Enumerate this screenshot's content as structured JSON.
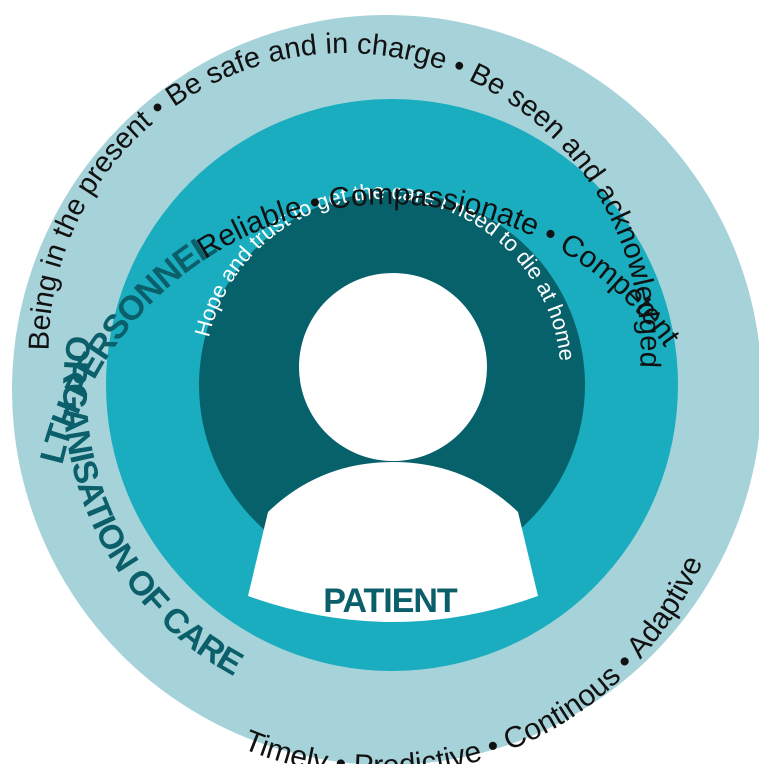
{
  "colors": {
    "outer_ring": "#a6d2d9",
    "middle_ring": "#19adbf",
    "inner_ring": "#07616b",
    "person": "#ffffff",
    "heading": "#0a5f6a"
  },
  "patient": {
    "label": "PATIENT",
    "icon": "person-silhouette-icon"
  },
  "inner_ring": {
    "text": "Hope and trust to get the care I need to die at home"
  },
  "middle_ring": {
    "text": "Being in the present • Be safe and in charge • Be seen and acknowledged"
  },
  "outer_ring": {
    "health_personnel": {
      "heading": "HEALTH PERSONNEL",
      "qualities": "Reliable • Compassionate • Competent"
    },
    "organisation_of_care": {
      "heading": "ORGANISATION OF CARE",
      "qualities": "Timely • Predictive • Continous • Adaptive"
    }
  }
}
